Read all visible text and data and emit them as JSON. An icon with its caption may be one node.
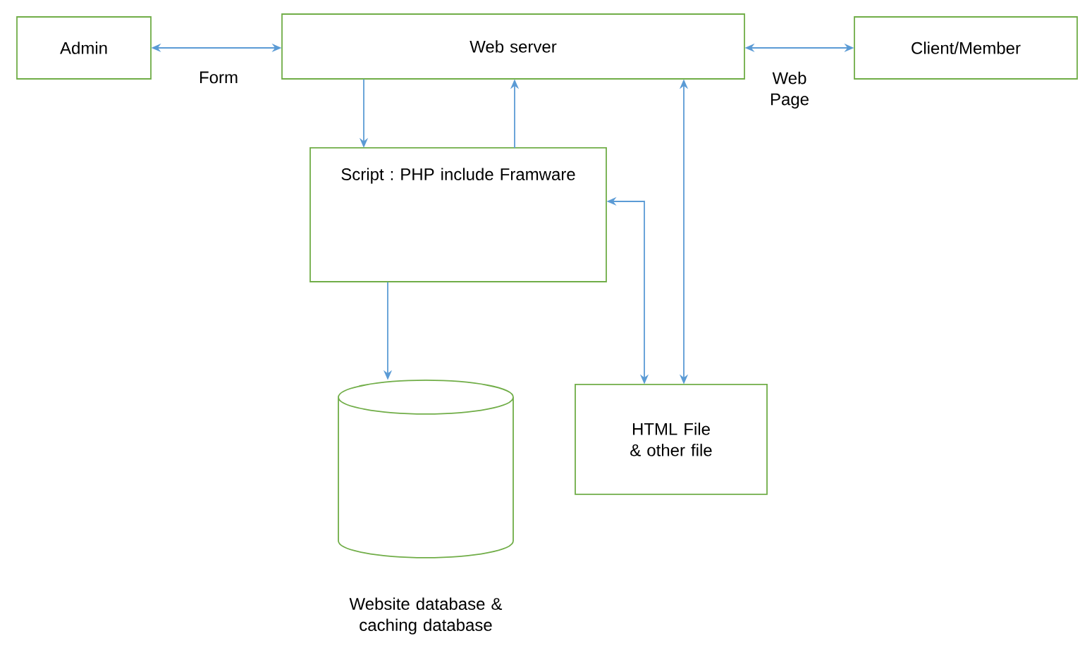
{
  "diagram": {
    "nodes": [
      {
        "text": [
          "Admin"
        ]
      },
      {
        "text": [
          "Web server"
        ]
      },
      {
        "text": [
          "Client/Member"
        ]
      },
      {
        "text": [
          "Script : PHP include Framware"
        ]
      },
      {
        "text": [],
        "shape": "cylinder",
        "beside": [
          "Website database & caching database"
        ]
      },
      {
        "text": [
          "HTML File & other file"
        ]
      }
    ],
    "edges": [
      {
        "from": 0,
        "to": 1,
        "arrow": "both",
        "label": "Form"
      },
      {
        "from": 1,
        "to": 2,
        "arrow": "both",
        "label": "Web Page"
      },
      {
        "from": 1,
        "to": 3,
        "arrow": "to"
      },
      {
        "from": 3,
        "to": 1,
        "arrow": "to"
      },
      {
        "from": 3,
        "to": 4,
        "arrow": "to"
      },
      {
        "from": 3,
        "to": 5,
        "arrow": "both"
      },
      {
        "from": 1,
        "to": 5,
        "arrow": "both"
      }
    ]
  }
}
